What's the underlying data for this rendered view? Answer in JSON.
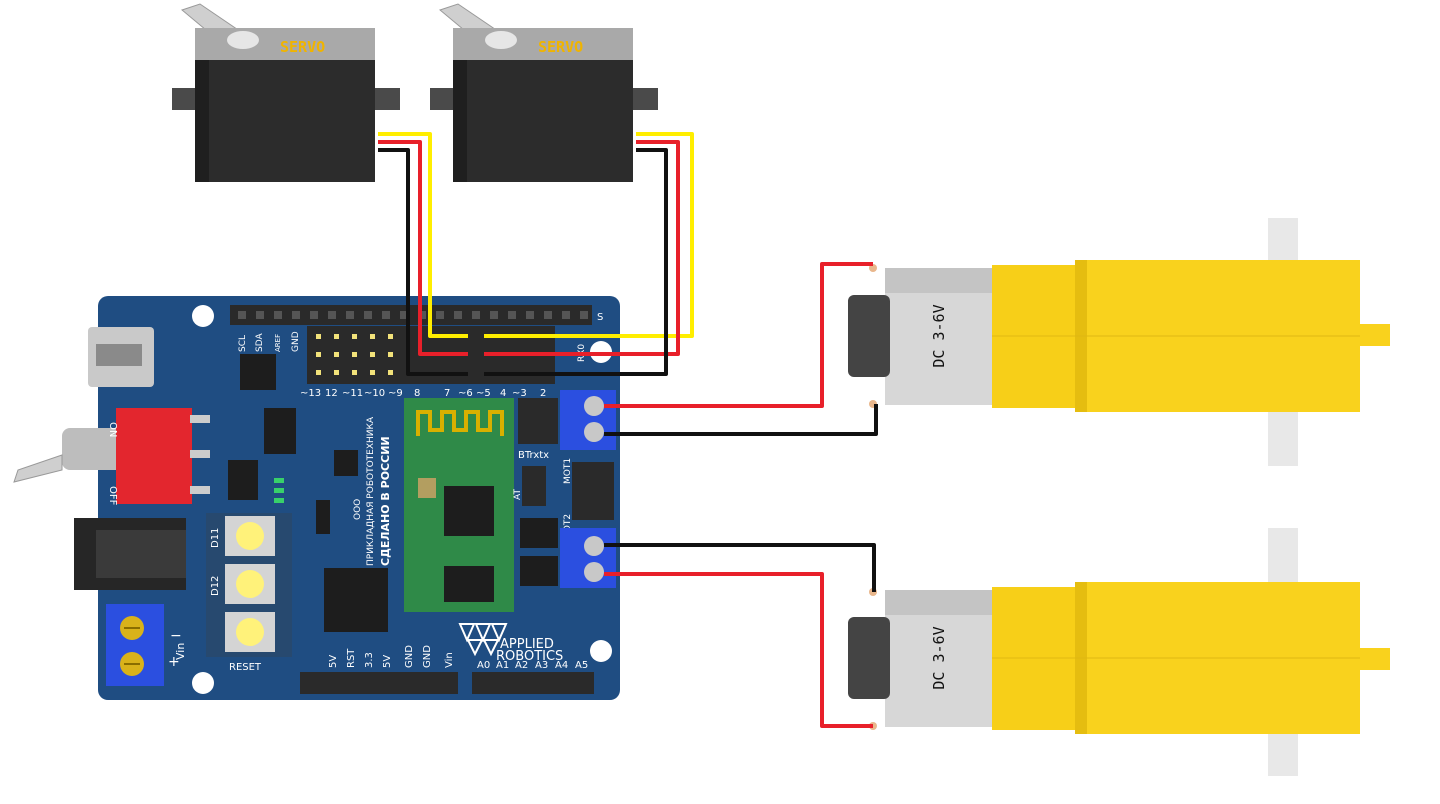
{
  "servos": [
    {
      "label": "SERVO"
    },
    {
      "label": "SERVO"
    }
  ],
  "motors": [
    {
      "label": "DC 3-6V"
    },
    {
      "label": "DC 3-6V"
    }
  ],
  "board": {
    "header_top_labels": [
      "~13",
      "12",
      "~11",
      "~10",
      "~9",
      "8",
      "7",
      "~6",
      "~5",
      "4",
      "~3",
      "2"
    ],
    "top_right_labels": [
      "S",
      "RX0"
    ],
    "i2c_labels": [
      "SCL",
      "SDA",
      "AREF",
      "GND"
    ],
    "power_labels": [
      "5V",
      "RST",
      "3.3",
      "5V",
      "GND",
      "GND",
      "Vin"
    ],
    "analog_labels": [
      "A0",
      "A1",
      "A2",
      "A3",
      "A4",
      "A5"
    ],
    "switch_on": "ON",
    "switch_off": "OFF",
    "button_d11": "D11",
    "button_d12": "D12",
    "reset_label": "RESET",
    "vin_label": "Vin",
    "vin_plus": "+",
    "vin_minus": "−",
    "bt_label": "BTrxtx",
    "bt_at": "AT",
    "mot1": "MOT1",
    "mot2": "MOT2",
    "brand_line1": "APPLIED",
    "brand_line2": "ROBOTICS",
    "vertical_text_1": "ООО",
    "vertical_text_2": "ПРИКЛАДНАЯ РОБОТОТЕХНИКА",
    "vertical_text_3": "СДЕЛАНО В РОССИИ"
  },
  "colors": {
    "board": "#1f4d82",
    "wire_red": "#e8202a",
    "wire_black": "#111111",
    "wire_yellow": "#ffee00",
    "motor_yellow": "#f9d21d",
    "terminal_blue": "#2b4fe0"
  }
}
